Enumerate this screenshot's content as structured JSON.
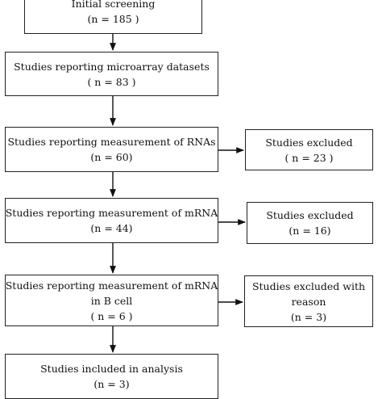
{
  "flow": {
    "identified": {
      "line1": "Initial screening",
      "line2": "(n = 185 )"
    },
    "microarray": {
      "line1": "Studies reporting microarray datasets",
      "line2": "( n = 83 )"
    },
    "rnas": {
      "line1": "Studies reporting measurement of RNAs",
      "line2": "(n = 60)"
    },
    "mrna": {
      "line1": "Studies reporting measurement of mRNA",
      "line2": "(n = 44)"
    },
    "mrna_bcell": {
      "line1": "Studies reporting measurement of mRNA",
      "line2": "in B cell",
      "line3": "( n = 6 )"
    },
    "included": {
      "line1": "Studies included in analysis",
      "line2": "(n = 3)"
    }
  },
  "excluded": {
    "first": {
      "line1": "Studies excluded",
      "line2": "( n = 23 )"
    },
    "second": {
      "line1": "Studies excluded",
      "line2": "(n = 16)"
    },
    "third": {
      "line1": "Studies excluded with",
      "line2": "reason",
      "line3": "(n = 3)"
    }
  }
}
